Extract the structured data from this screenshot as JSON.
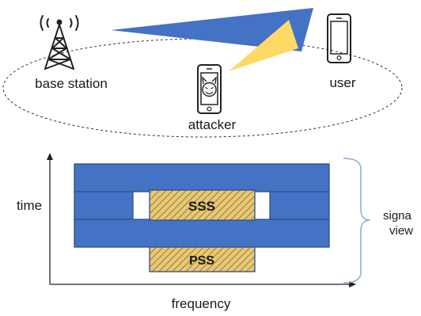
{
  "scene": {
    "base_station_label": "base station",
    "user_label": "user",
    "attacker_label": "attacker"
  },
  "plot": {
    "y_axis_label": "time",
    "x_axis_label": "frequency",
    "sss_label": "SSS",
    "pss_label": "PSS",
    "brace_label_line1": "signa",
    "brace_label_line2": "view"
  },
  "colors": {
    "beam_blue": "#4472C4",
    "beam_yellow": "#FFD966",
    "block_blue": "#4472C4",
    "hatch_yellow": "#E8C872",
    "brace": "#8FAADC"
  },
  "icons": {
    "tower": "radio-tower-icon",
    "user_phone": "smartphone-icon",
    "attacker_phone": "devil-smartphone-icon"
  }
}
